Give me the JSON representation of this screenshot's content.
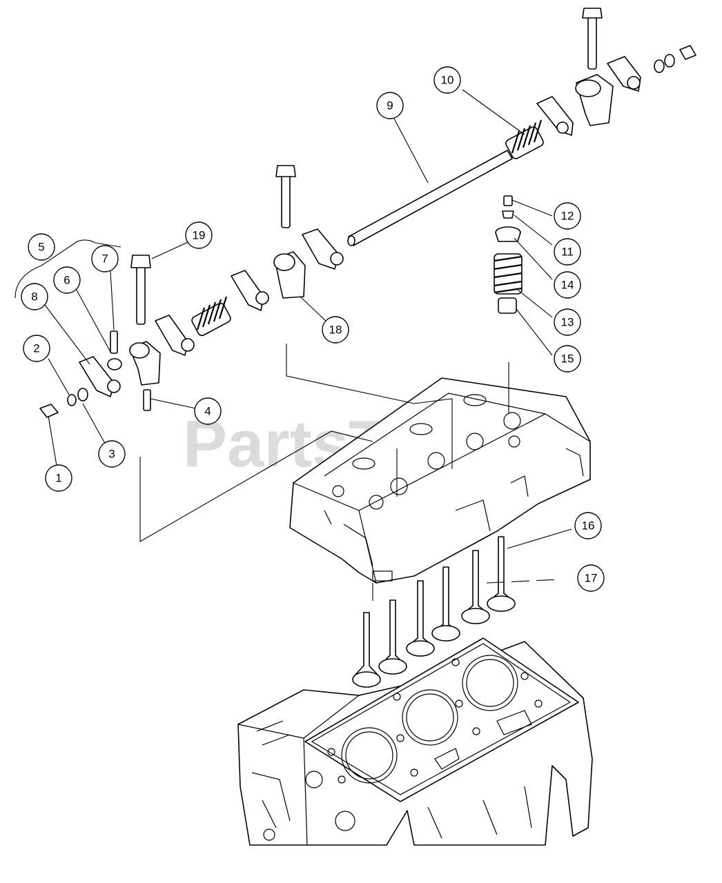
{
  "watermark": "PartsTree",
  "callouts": [
    "1",
    "2",
    "3",
    "4",
    "5",
    "6",
    "7",
    "8",
    "9",
    "10",
    "11",
    "12",
    "13",
    "14",
    "15",
    "16",
    "17",
    "18",
    "19"
  ]
}
